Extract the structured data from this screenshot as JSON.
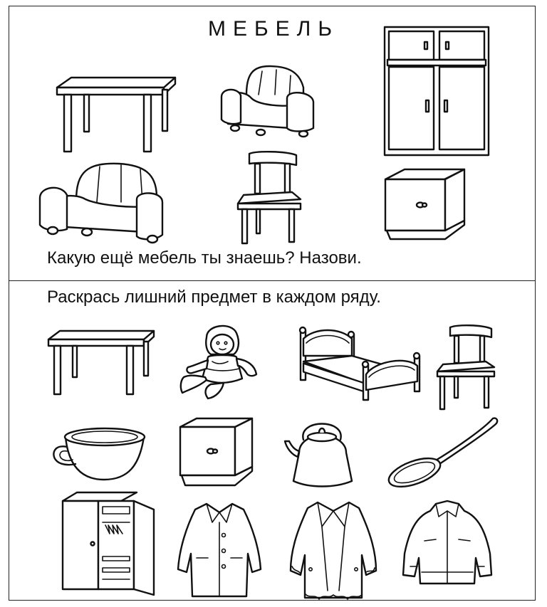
{
  "worksheet": {
    "title": "МЕБЕЛЬ",
    "question": "Какую ещё мебель ты знаешь? Назови.",
    "task": "Раскрась лишний предмет в каждом ряду."
  },
  "section_top": {
    "pictures": [
      "table-icon",
      "armchair-icon",
      "wardrobe-icon",
      "sofa-icon",
      "chair-icon",
      "nightstand-icon"
    ]
  },
  "section_bottom": {
    "rows": [
      [
        "table-icon",
        "doll-icon",
        "bed-icon",
        "chair-icon"
      ],
      [
        "cup-icon",
        "nightstand-icon",
        "kettle-icon",
        "spoon-icon"
      ],
      [
        "open-wardrobe-icon",
        "coat-icon",
        "fur-coat-icon",
        "jacket-icon"
      ]
    ]
  },
  "colors": {
    "line": "#111111",
    "paper": "#ffffff"
  }
}
